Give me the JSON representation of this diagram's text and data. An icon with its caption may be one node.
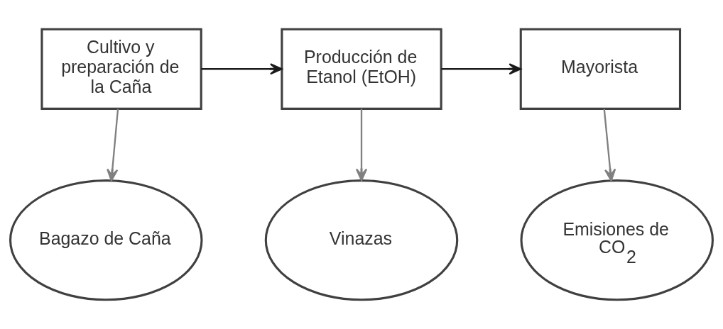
{
  "diagram": {
    "nodes": [
      {
        "text": [
          "Cultivo y preparación de la Caña"
        ]
      },
      {
        "text": [
          "Producción de Etanol (EtOH)"
        ]
      },
      {
        "text": [
          "Mayorista"
        ]
      },
      {
        "text": [
          "Bagazo de Caña"
        ]
      },
      {
        "text": [
          "Vinazas"
        ]
      },
      {
        "text": [
          "Emisiones de CO$_{2}$"
        ]
      }
    ],
    "edges": [
      {
        "from": 0,
        "to": 1,
        "arrow": "to",
        "color": "#1a1a1a"
      },
      {
        "from": 1,
        "to": 2,
        "arrow": "to",
        "color": "#1a1a1a"
      },
      {
        "from": 0,
        "to": 3,
        "arrow": "to"
      },
      {
        "from": 1,
        "to": 4,
        "arrow": "to"
      },
      {
        "from": 2,
        "to": 5,
        "arrow": "to"
      }
    ]
  }
}
